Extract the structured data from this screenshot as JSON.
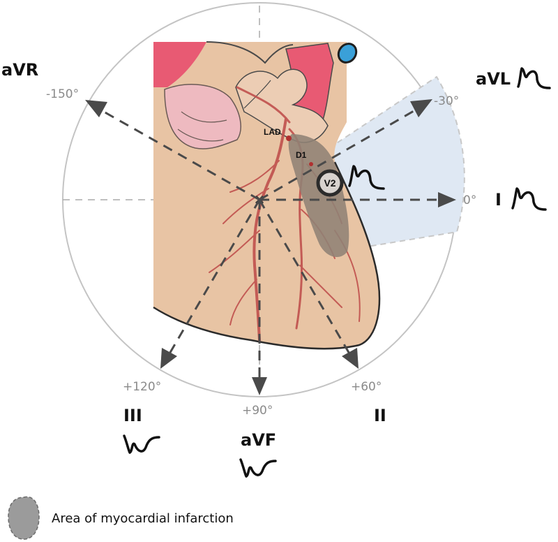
{
  "labels": {
    "LAD": "LAD",
    "D1": "D1",
    "V2": "V2"
  },
  "leads": {
    "aVR": "aVR",
    "aVL": "aVL",
    "I": "I",
    "II": "II",
    "III": "III",
    "aVF": "aVF"
  },
  "angles": {
    "aVR": "-150°",
    "aVL": "-30°",
    "I": "0°",
    "II": "+60°",
    "aVF": "+90°",
    "III": "+120°"
  },
  "legend": {
    "text": "Area of myocardial infarction"
  },
  "colors": {
    "circle": "#bdbdbd",
    "heart": "#e8c4a4",
    "vessel_red": "#e85a73",
    "artery": "#c0504d",
    "infarct": "#8f8275",
    "sector": "#dce6f2",
    "axis": "#4a4a4a"
  }
}
